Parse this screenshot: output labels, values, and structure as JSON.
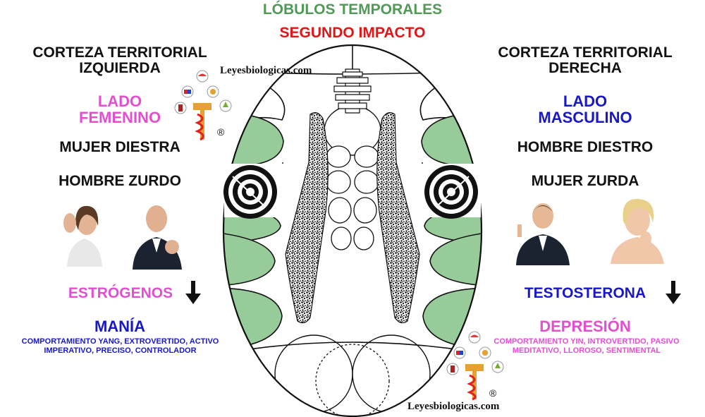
{
  "title": "LÓBULOS TEMPORALES",
  "subtitle": "SEGUNDO IMPACTO",
  "watermark_text": "Leyesbiologicas.com",
  "registered_mark": "®",
  "left": {
    "heading_line1": "CORTEZA TERRITORIAL",
    "heading_line2": "IZQUIERDA",
    "side_line1": "LADO",
    "side_line2": "FEMENINO",
    "person1": "MUJER DIESTRA",
    "person2": "HOMBRE ZURDO",
    "hormone": "ESTRÓGENOS",
    "state": "MANÍA",
    "behavior_line1": "COMPORTAMIENTO YANG, EXTROVERTIDO, ACTIVO",
    "behavior_line2": "IMPERATIVO, PRECISO, CONTROLADOR"
  },
  "right": {
    "heading_line1": "CORTEZA TERRITORIAL",
    "heading_line2": "DERECHA",
    "side_line1": "LADO",
    "side_line2": "MASCULINO",
    "person1": "HOMBRE DIESTRO",
    "person2": "MUJER ZURDA",
    "hormone": "TESTOSTERONA",
    "state": "DEPRESIÓN",
    "behavior_line1": "COMPORTAMIENTO YIN, INTROVERTIDO, PASIVO",
    "behavior_line2": "MEDITATIVO, LLOROSO, SENTIMENTAL"
  },
  "colors": {
    "title_green": "#4f9a55",
    "subtitle_red": "#e01515",
    "female_pink": "#e24fd0",
    "male_blue": "#1818c8",
    "lobe_green": "#97cc9a"
  },
  "icons": [
    "down-arrow-icon",
    "target-icon",
    "caduceus-logo-icon"
  ]
}
